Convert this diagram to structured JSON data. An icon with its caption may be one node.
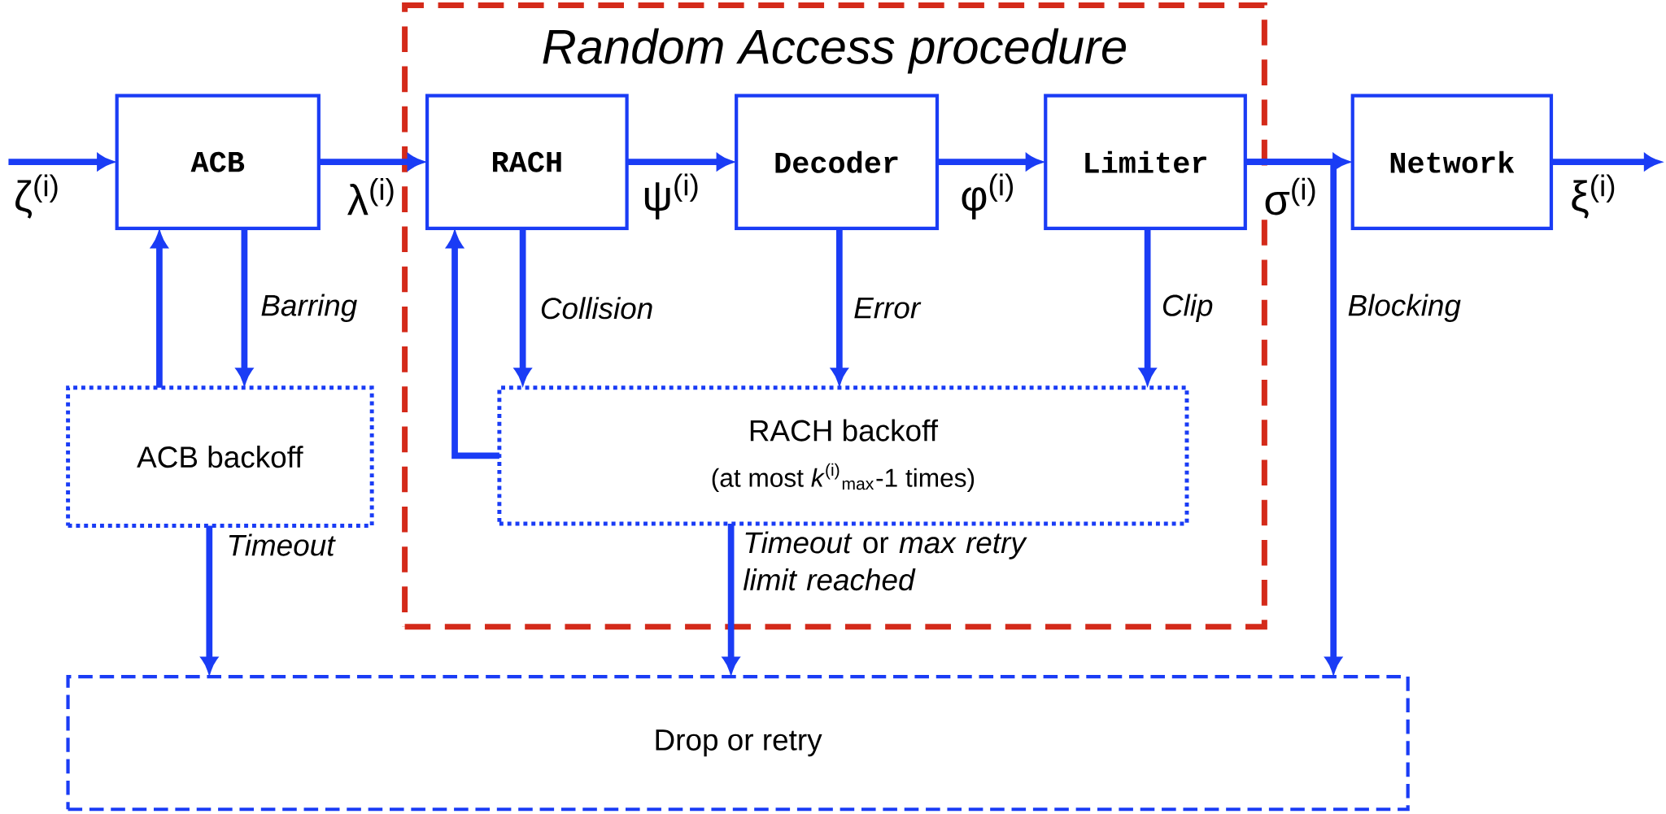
{
  "diagram": {
    "nodes": [
      {
        "text": [
          "Random Access procedure"
        ]
      },
      {
        "text": [
          "ACB"
        ]
      },
      {
        "text": [
          "RACH"
        ],
        "in": 0
      },
      {
        "text": [
          "Decoder"
        ],
        "in": 0
      },
      {
        "text": [
          "Limiter"
        ],
        "in": 0
      },
      {
        "text": [
          "Network"
        ]
      },
      {
        "text": [
          "ACB backoff"
        ]
      },
      {
        "text": [
          "RACH backoff",
          "(at most *k*$^{(i)}$$_{max}$-1 times)"
        ],
        "in": 0
      },
      {
        "text": [
          "Drop or retry"
        ]
      }
    ],
    "edges": [
      {
        "from": null,
        "to": 1,
        "arrow": "to",
        "label": "ζ$^{(i)}$"
      },
      {
        "from": 1,
        "to": 2,
        "arrow": "to",
        "label": "λ$^{(i)}$"
      },
      {
        "from": 2,
        "to": 3,
        "arrow": "to",
        "label": "ψ$^{(i)}$"
      },
      {
        "from": 3,
        "to": 4,
        "arrow": "to",
        "label": "φ$^{(i)}$"
      },
      {
        "from": 4,
        "to": 5,
        "arrow": "to",
        "label": "σ$^{(i)}$"
      },
      {
        "from": 5,
        "to": null,
        "arrow": "to",
        "label": "ξ$^{(i)}$"
      },
      {
        "from": 1,
        "to": 6,
        "arrow": "to",
        "label": "Barring"
      },
      {
        "from": 6,
        "to": 1,
        "arrow": "to"
      },
      {
        "from": 2,
        "to": 7,
        "arrow": "to",
        "label": "Collision"
      },
      {
        "from": 3,
        "to": 7,
        "arrow": "to",
        "label": "Error"
      },
      {
        "from": 4,
        "to": 7,
        "arrow": "to",
        "label": "Clip"
      },
      {
        "from": 7,
        "to": 2,
        "arrow": "to"
      },
      {
        "from": 6,
        "to": 8,
        "arrow": "to",
        "label": "Timeout"
      },
      {
        "from": 7,
        "to": 8,
        "arrow": "to",
        "label": "*Timeout* or *max retry limit reached*"
      },
      {
        "from": 4,
        "to": 8,
        "arrow": "to",
        "label": "Blocking"
      }
    ]
  }
}
